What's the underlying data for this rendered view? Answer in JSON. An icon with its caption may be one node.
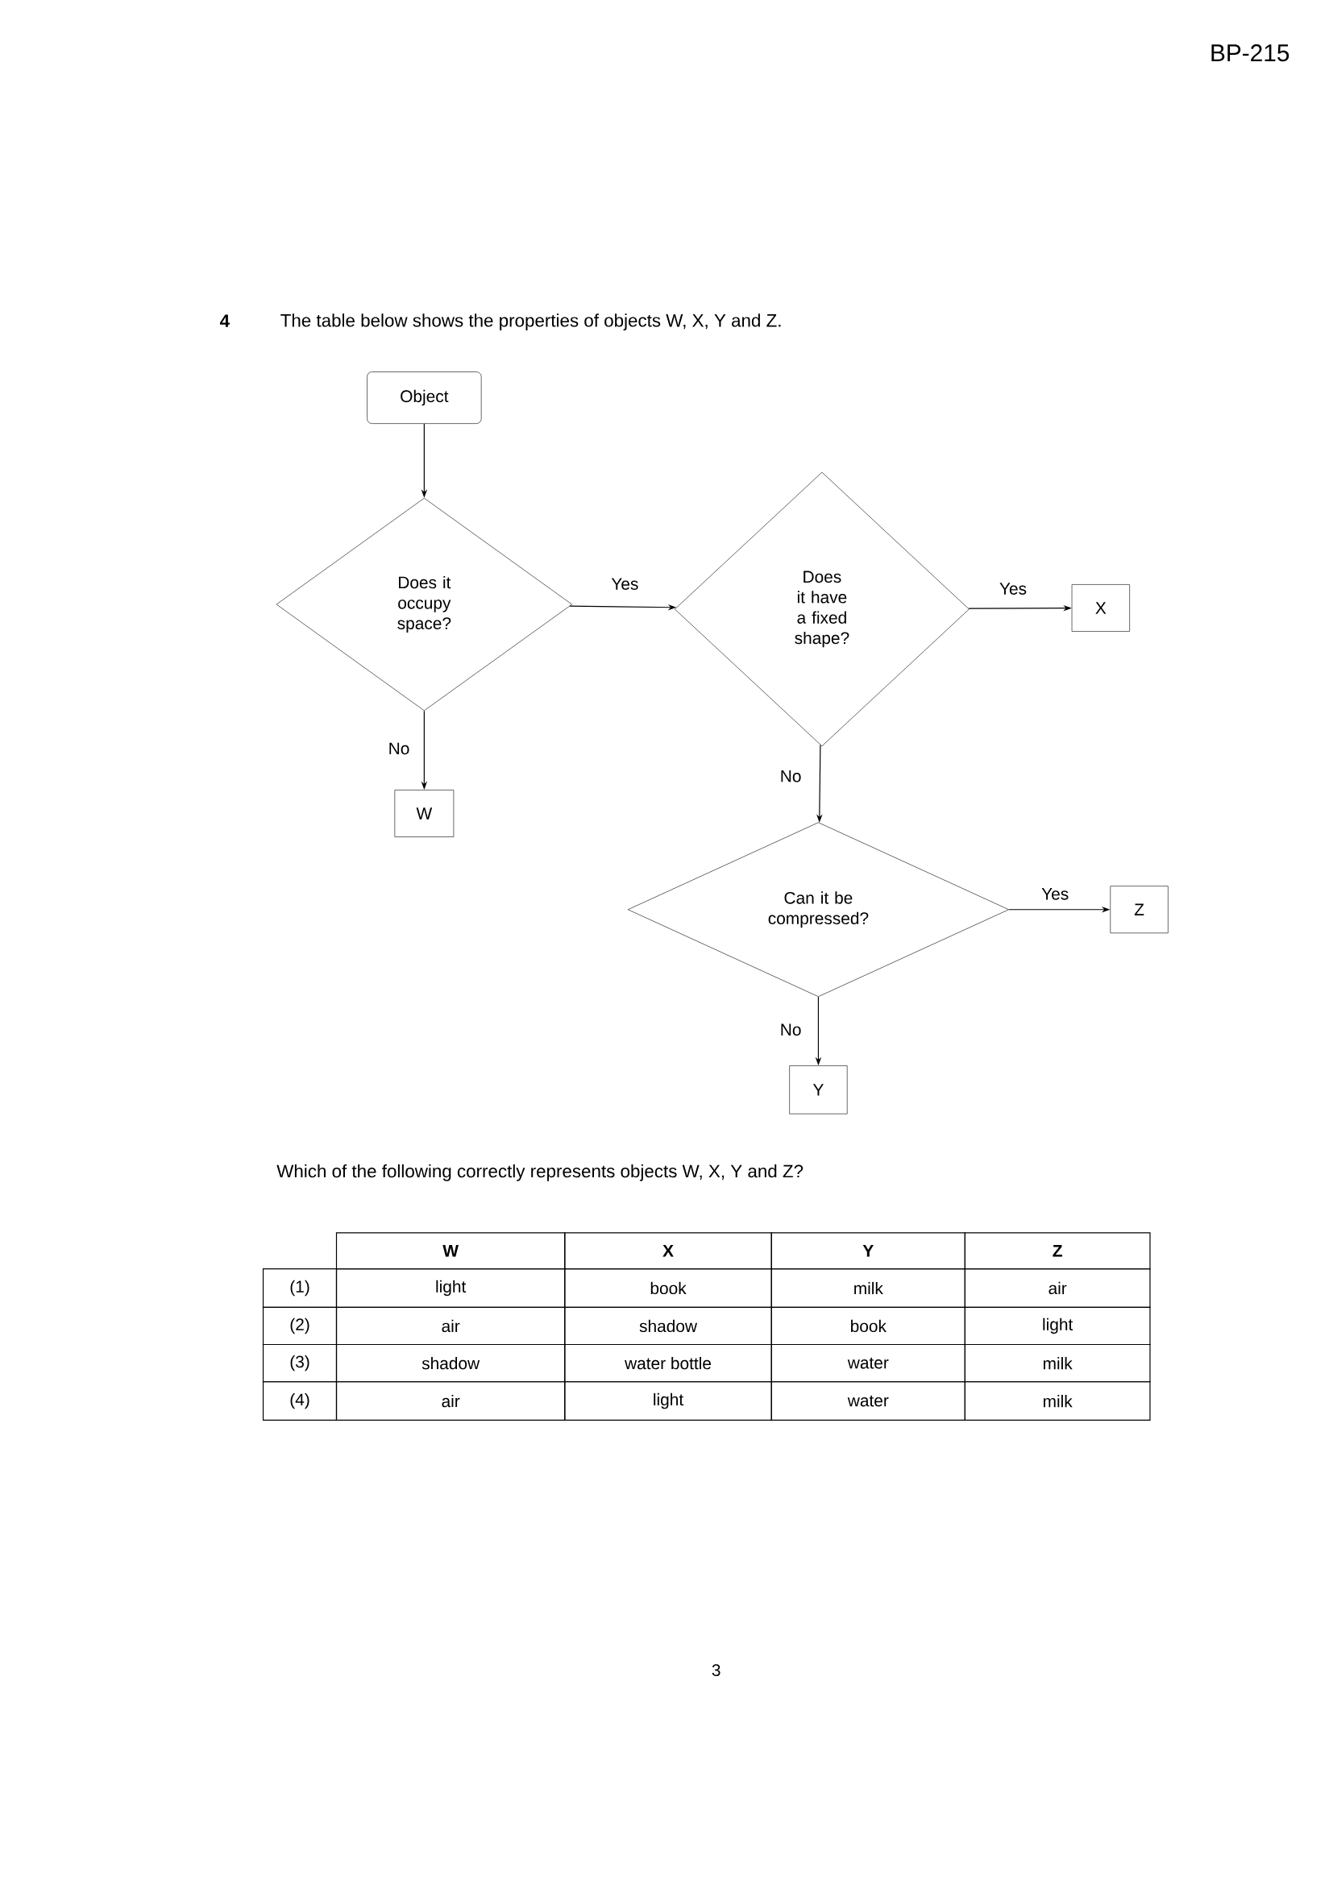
{
  "diagram": {
    "nodes": [
      {
        "text": [
          "Object"
        ]
      },
      {
        "text": [
          "Does it occupy space?"
        ]
      },
      {
        "text": [
          "Does it have a fixed shape?"
        ]
      },
      {
        "text": [
          "X"
        ]
      },
      {
        "text": [
          "W"
        ]
      },
      {
        "text": [
          "Can it be compressed?"
        ]
      },
      {
        "text": [
          "Z"
        ]
      },
      {
        "text": [
          "Y"
        ]
      }
    ],
    "edges": [
      {
        "from": 0,
        "to": 1,
        "arrow": "to"
      },
      {
        "from": 1,
        "to": 2,
        "arrow": "to",
        "label": "Yes"
      },
      {
        "from": 1,
        "to": 4,
        "arrow": "to",
        "label": "No"
      },
      {
        "from": 2,
        "to": 3,
        "arrow": "to",
        "label": "Yes"
      },
      {
        "from": 2,
        "to": 5,
        "arrow": "to",
        "label": "No"
      },
      {
        "from": 5,
        "to": 6,
        "arrow": "to",
        "label": "Yes"
      },
      {
        "from": 5,
        "to": 7,
        "arrow": "to",
        "label": "No"
      }
    ],
    "labels": [
      "BP-215",
      "4",
      "The table below shows the properties of objects W, X, Y and Z.",
      "Which of the following correctly represents objects W, X, Y and Z?",
      "W",
      "X",
      "Y",
      "Z",
      "(1)",
      "light",
      "book",
      "milk",
      "air",
      "(2)",
      "air",
      "shadow",
      "book",
      "light",
      "(3)",
      "shadow",
      "water bottle",
      "water",
      "milk",
      "(4)",
      "air",
      "light",
      "water",
      "milk",
      "3"
    ]
  }
}
